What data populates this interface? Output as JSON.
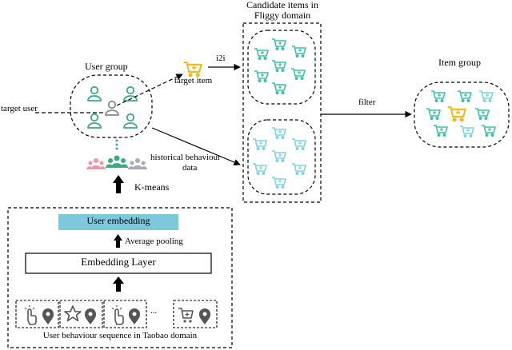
{
  "labels": {
    "candidate_title_line1": "Candidate items in",
    "candidate_title_line2": "Fliggy domain",
    "user_group": "User group",
    "item_group": "Item group",
    "i2i": "i2i",
    "target_item": "target item",
    "target_user": "target user",
    "filter": "filter",
    "historical_line1": "historical behaviour",
    "historical_line2": "data",
    "kmeans": "K-means",
    "user_embedding": "User embedding",
    "average_pooling": "Average pooling",
    "embedding_layer": "Embedding Layer",
    "ellipsis": "...",
    "sequence_caption": "User behaviour sequence in Taobao domain"
  },
  "colors": {
    "user_icon": "#3cab7e",
    "cart_teal": "#3dbfa8",
    "cart_light": "#7fd3e0",
    "cart_highlight": "#f2b81c",
    "embedding_fill": "#7ec8dc",
    "cluster_pink": "#e89aa7",
    "cluster_green": "#3cab7e",
    "cluster_gray": "#a9a9b8",
    "seq_icon": "#555555"
  },
  "icons": {
    "user": "person-outline-icon",
    "cart": "shopping-cart-icon",
    "click": "hand-click-icon",
    "star": "star-icon",
    "location": "location-pin-icon",
    "add_to_cart": "add-to-cart-icon"
  }
}
